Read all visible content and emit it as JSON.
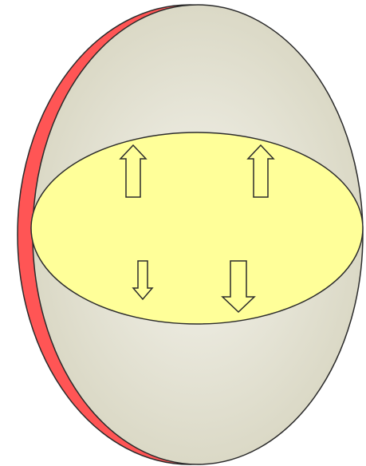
{
  "diagram": {
    "outer_shell_color": "#ff5555",
    "outer_body_color": "#d8d6c2",
    "outer_highlight_color": "#f4f3ec",
    "inner_ellipse_color": "#ffff99",
    "arrow_fill_color": "#ffff99",
    "outline_color": "#2b2b2b",
    "arrows": [
      {
        "direction": "up"
      },
      {
        "direction": "up"
      },
      {
        "direction": "down"
      },
      {
        "direction": "down"
      }
    ]
  }
}
